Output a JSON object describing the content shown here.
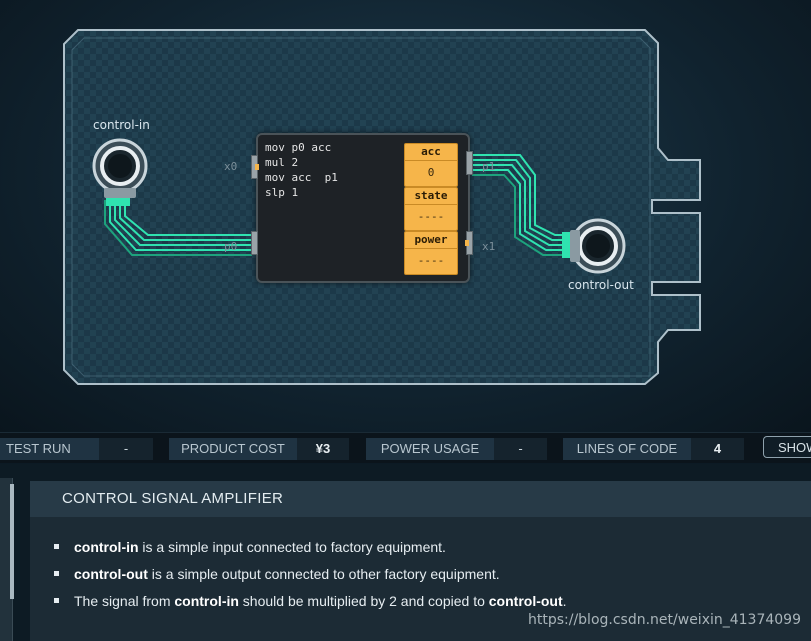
{
  "board": {
    "inputs": [
      {
        "name": "control-in"
      }
    ],
    "outputs": [
      {
        "name": "control-out"
      }
    ]
  },
  "chip": {
    "code": "mov p0 acc\nmul 2\nmov acc  p1\nslp 1",
    "pins_left": [
      "x0",
      "p0"
    ],
    "pins_right": [
      "p1",
      "x1"
    ],
    "registers": [
      {
        "name": "acc",
        "value": "0"
      },
      {
        "name": "state",
        "value": "----"
      },
      {
        "name": "power",
        "value": "----"
      }
    ]
  },
  "status": {
    "test_run": {
      "label": "TEST RUN",
      "value": "-"
    },
    "product_cost": {
      "label": "PRODUCT COST",
      "value": "¥3"
    },
    "power_usage": {
      "label": "POWER USAGE",
      "value": "-"
    },
    "lines_of_code": {
      "label": "LINES OF CODE",
      "value": "4"
    },
    "show_button": "SHOW"
  },
  "description": {
    "title": "CONTROL SIGNAL AMPLIFIER",
    "bullets": [
      {
        "parts": [
          {
            "b": "control-in"
          },
          {
            "t": " is a simple input connected to factory equipment."
          }
        ]
      },
      {
        "parts": [
          {
            "b": "control-out"
          },
          {
            "t": " is a simple output connected to other factory equipment."
          }
        ]
      },
      {
        "parts": [
          {
            "t": "The signal from "
          },
          {
            "b": "control-in"
          },
          {
            "t": " should be multiplied by 2 and copied to "
          },
          {
            "b": "control-out"
          },
          {
            "t": "."
          }
        ]
      }
    ]
  },
  "watermark": "https://blog.csdn.net/weixin_41374099",
  "colors": {
    "wire": "#2fe3b0",
    "register": "#f6b54a",
    "board_edge": "#b7c9d3",
    "status_bg": "#1f3342"
  }
}
